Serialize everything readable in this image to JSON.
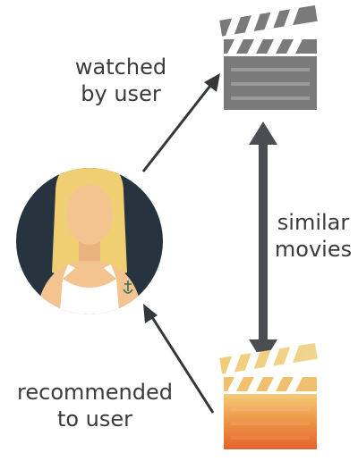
{
  "labels": {
    "watched": [
      "watched",
      "by user"
    ],
    "similar": [
      "similar",
      "movies"
    ],
    "recommended": [
      "recommended",
      "to user"
    ]
  },
  "icons": {
    "user": "user-avatar-icon",
    "watched_movie": "clapperboard-icon",
    "recommended_movie": "clapperboard-icon"
  },
  "colors": {
    "avatar_bg": "#273440",
    "skin": "#f3c48f",
    "hair": "#f0cf72",
    "shirt": "#ffffff",
    "arrow": "#33373a",
    "double_arrow": "#4a4e52",
    "clapper_gray": "#7a7a7a",
    "clapper_orange": "#e8742f",
    "clapper_yellow": "#f2cc7a",
    "text": "#3b3b3b"
  }
}
